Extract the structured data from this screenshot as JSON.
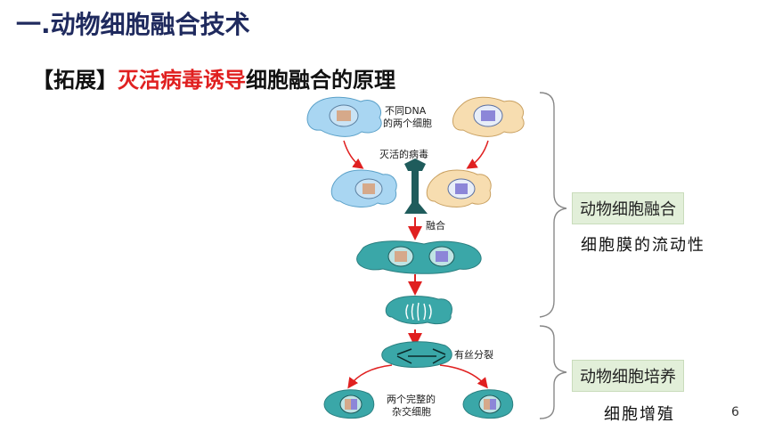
{
  "slide": {
    "title": "一.动物细胞融合技术",
    "subtitle_bracket": "【拓展】",
    "subtitle_red": "灭活病毒诱导",
    "subtitle_rest": "细胞融合的原理",
    "page_number": "6"
  },
  "diagram": {
    "label_different_dna": [
      "不同DNA",
      "的两个细胞"
    ],
    "label_inactivated_virus": "灭活的病毒",
    "label_fusion": "融合",
    "label_mitosis": "有丝分裂",
    "label_hybrid": [
      "两个完整的",
      "杂交细胞"
    ]
  },
  "annotations": {
    "upper_box": "动物细胞融合",
    "upper_note": "细胞膜的流动性",
    "lower_box": "动物细胞培养",
    "lower_note": "细胞增殖"
  },
  "colors": {
    "title": "#1f2a5e",
    "accent_red": "#e02020",
    "cell_blue": "#a9d6f2",
    "cell_tan": "#f7ddb0",
    "cell_teal": "#3aa7a8",
    "box_green": "#e2efd9"
  }
}
